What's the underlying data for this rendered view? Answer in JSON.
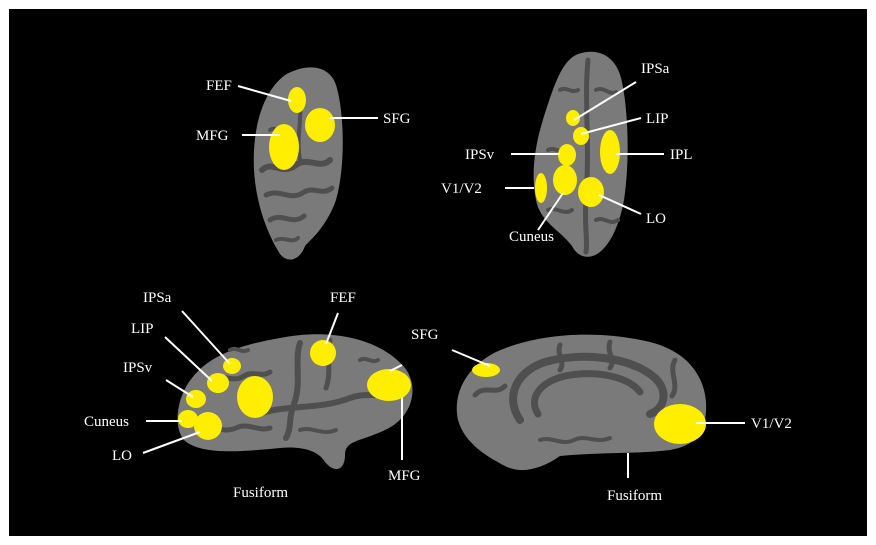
{
  "colors": {
    "background": "#000000",
    "cortex_light": "#7a7a7a",
    "cortex_dark": "#4f4f4f",
    "roi": "#ffee00",
    "label": "#ffffff"
  },
  "views": {
    "anterior": {
      "labels": {
        "fef": "FEF",
        "mfg": "MFG",
        "sfg": "SFG"
      }
    },
    "posterior": {
      "labels": {
        "ipsa": "IPSa",
        "lip": "LIP",
        "ipl": "IPL",
        "ipsv": "IPSv",
        "v1v2": "V1/V2",
        "lo": "LO",
        "cuneus": "Cuneus"
      }
    },
    "lateral": {
      "labels": {
        "ipsa": "IPSa",
        "fef": "FEF",
        "lip": "LIP",
        "ipsv": "IPSv",
        "cuneus": "Cuneus",
        "lo": "LO",
        "mfg": "MFG",
        "fusiform": "Fusiform"
      }
    },
    "medial": {
      "labels": {
        "sfg": "SFG",
        "v1v2": "V1/V2",
        "fusiform": "Fusiform"
      }
    }
  }
}
